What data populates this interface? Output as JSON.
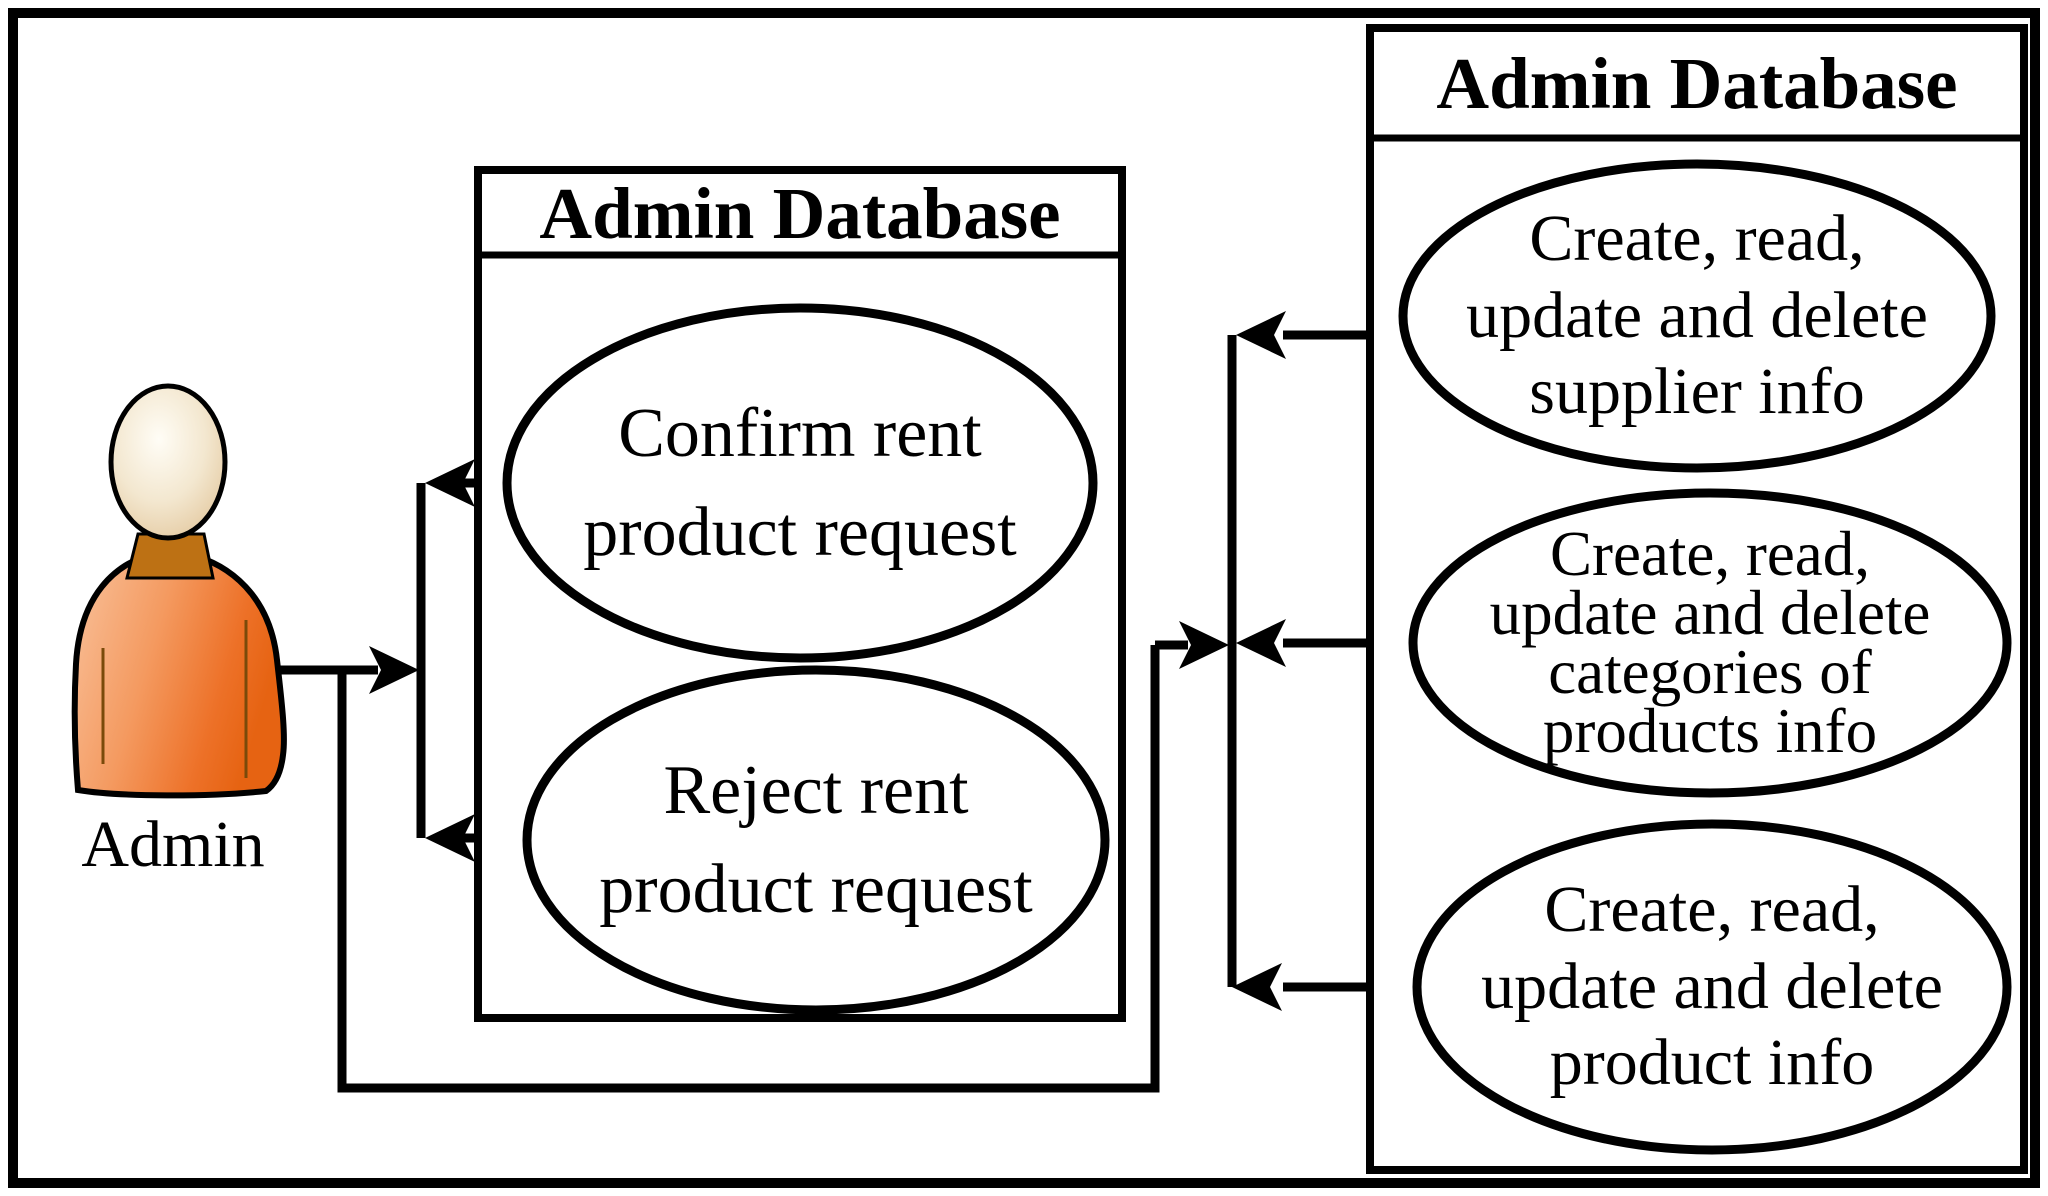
{
  "actor": {
    "label": "Admin"
  },
  "middle_box": {
    "title": "Admin Database",
    "use_cases": [
      {
        "label": "Confirm rent\nproduct request"
      },
      {
        "label": "Reject rent\nproduct request"
      }
    ]
  },
  "right_box": {
    "title": "Admin Database",
    "use_cases": [
      {
        "label": "Create, read,\nupdate and delete\nsupplier info"
      },
      {
        "label": "Create, read,\nupdate and delete\ncategories of\nproducts info"
      },
      {
        "label": "Create, read,\nupdate and delete\nproduct info"
      }
    ]
  },
  "colors": {
    "line": "#000000",
    "background": "#ffffff",
    "actor_body": "#ed7128",
    "actor_body_light": "#f9c29c",
    "actor_collar": "#bd7114",
    "actor_head": "#f3e7cf"
  }
}
